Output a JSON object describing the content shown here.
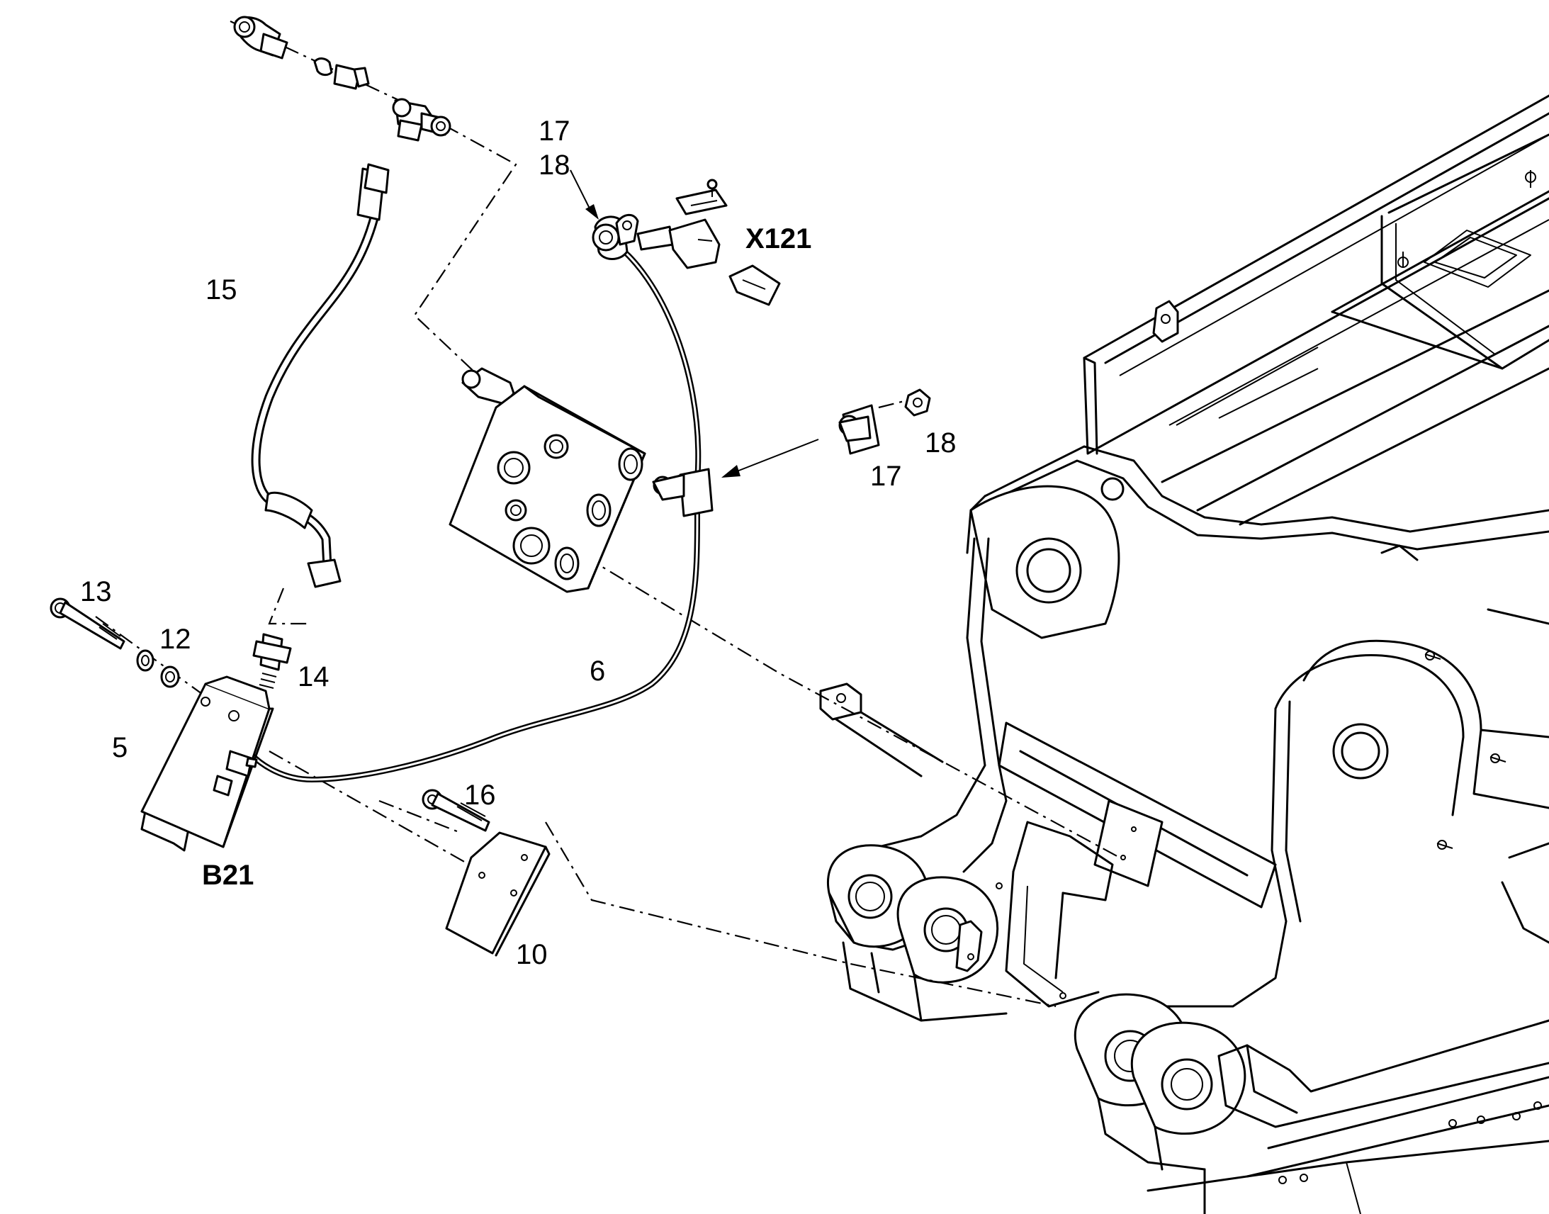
{
  "callouts": {
    "c13": "13",
    "c12": "12",
    "c14": "14",
    "c15": "15",
    "c5": "5",
    "cB21": "B21",
    "c6": "6",
    "c16": "16",
    "c10": "10",
    "c17a": "17",
    "c18a": "18",
    "cX121": "X121",
    "c17b": "17",
    "c18b": "18"
  }
}
